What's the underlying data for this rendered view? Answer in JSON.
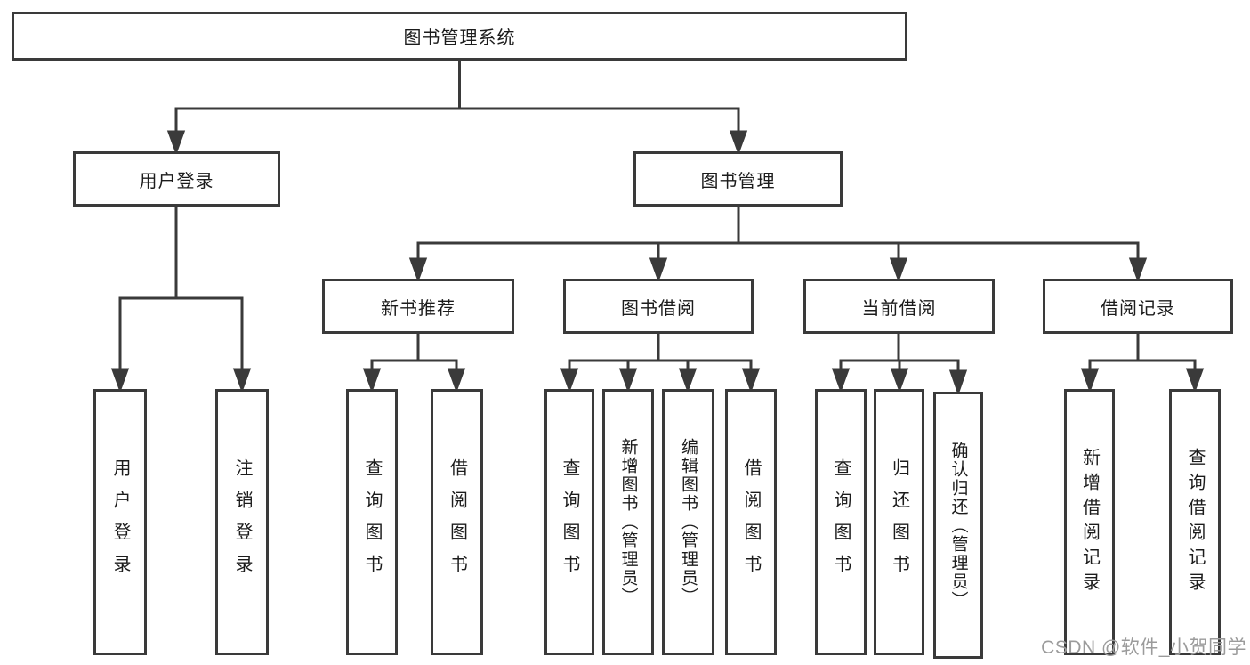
{
  "diagram_type": "hierarchy-tree",
  "tree": {
    "label": "图书管理系统",
    "children": [
      {
        "label": "用户登录",
        "children": [
          {
            "label": "用户登录"
          },
          {
            "label": "注销登录"
          }
        ]
      },
      {
        "label": "图书管理",
        "children": [
          {
            "label": "新书推荐",
            "children": [
              {
                "label": "查询图书"
              },
              {
                "label": "借阅图书"
              }
            ]
          },
          {
            "label": "图书借阅",
            "children": [
              {
                "label": "查询图书"
              },
              {
                "label": "新增图书（管理员）"
              },
              {
                "label": "编辑图书（管理员）"
              },
              {
                "label": "借阅图书"
              }
            ]
          },
          {
            "label": "当前借阅",
            "children": [
              {
                "label": "查询图书"
              },
              {
                "label": "归还图书"
              },
              {
                "label": "确认归还（管理员）"
              }
            ]
          },
          {
            "label": "借阅记录",
            "children": [
              {
                "label": "新增借阅记录"
              },
              {
                "label": "查询借阅记录"
              }
            ]
          }
        ]
      }
    ]
  },
  "watermark": "CSDN @软件_小贺同学",
  "colors": {
    "line": "#3a3a3a",
    "box_border": "#3a3a3a",
    "text": "#1c1c1c",
    "watermark": "#9b9b9b",
    "background": "#ffffff"
  }
}
